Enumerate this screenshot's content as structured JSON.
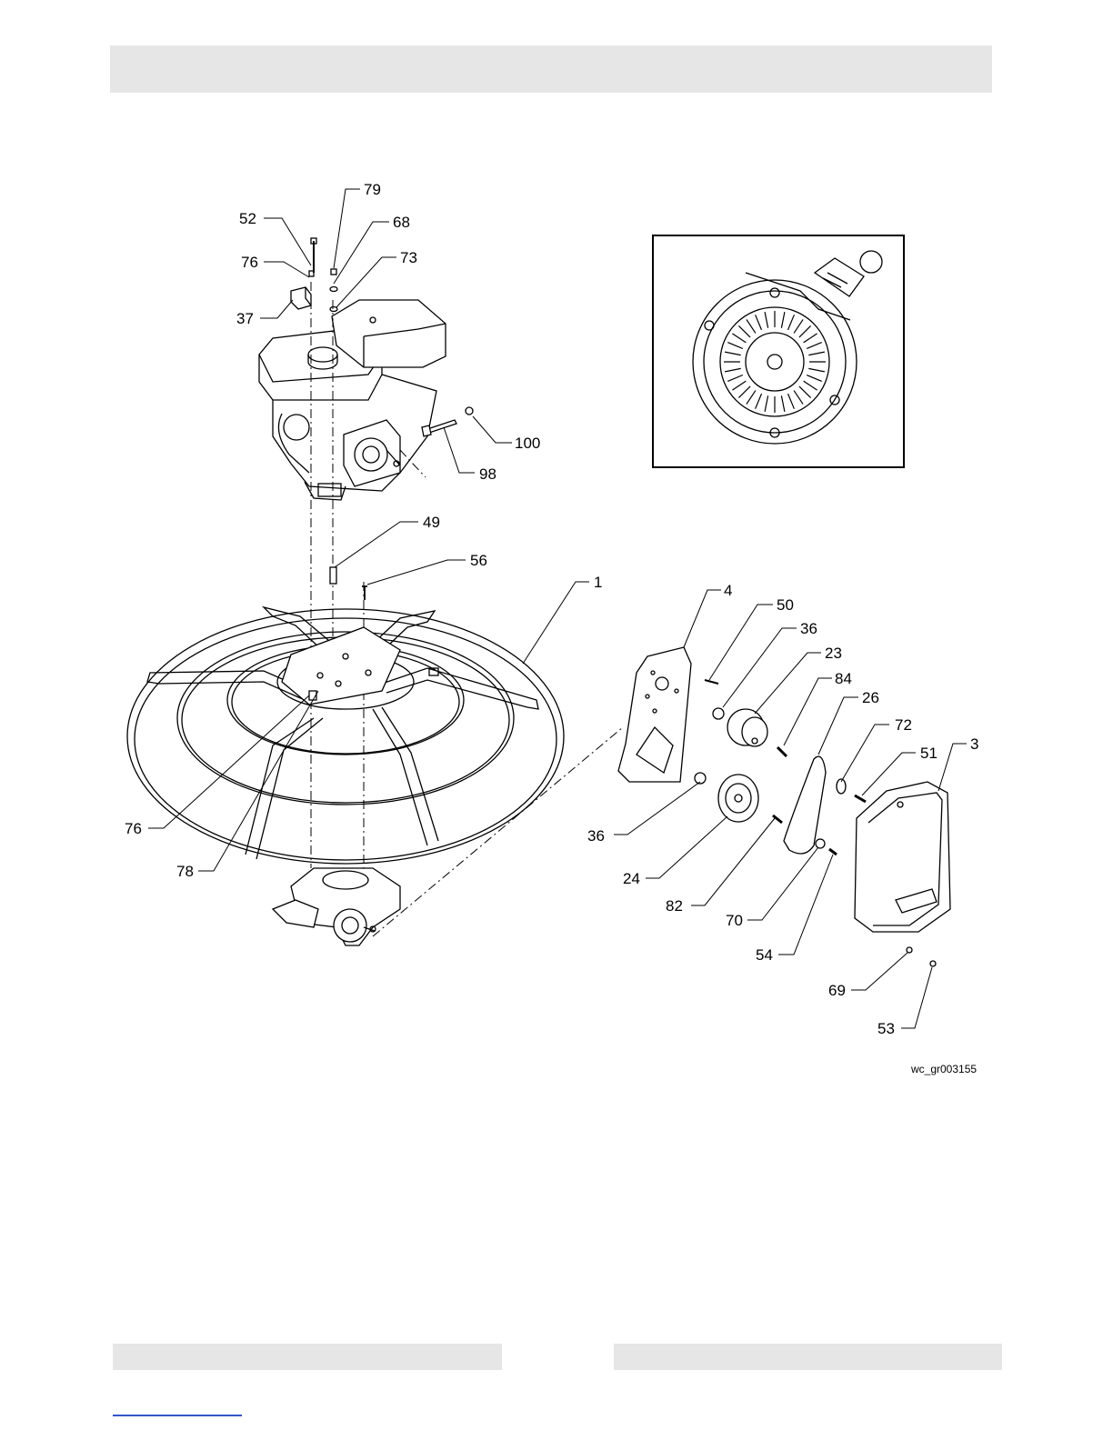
{
  "figure_code": "wc_gr003155",
  "callouts": {
    "c79": "79",
    "c52": "52",
    "c68": "68",
    "c76a": "76",
    "c73": "73",
    "c37": "37",
    "c100": "100",
    "c98": "98",
    "c49": "49",
    "c56": "56",
    "c1": "1",
    "c4": "4",
    "c50": "50",
    "c36a": "36",
    "c23": "23",
    "c84": "84",
    "c26": "26",
    "c72": "72",
    "c51": "51",
    "c3": "3",
    "c76b": "76",
    "c78": "78",
    "c36b": "36",
    "c24": "24",
    "c82": "82",
    "c70": "70",
    "c54": "54",
    "c69": "69",
    "c53": "53"
  },
  "colors": {
    "bars": "#e6e6e6",
    "link": "#3355cc",
    "ink": "#000000"
  }
}
